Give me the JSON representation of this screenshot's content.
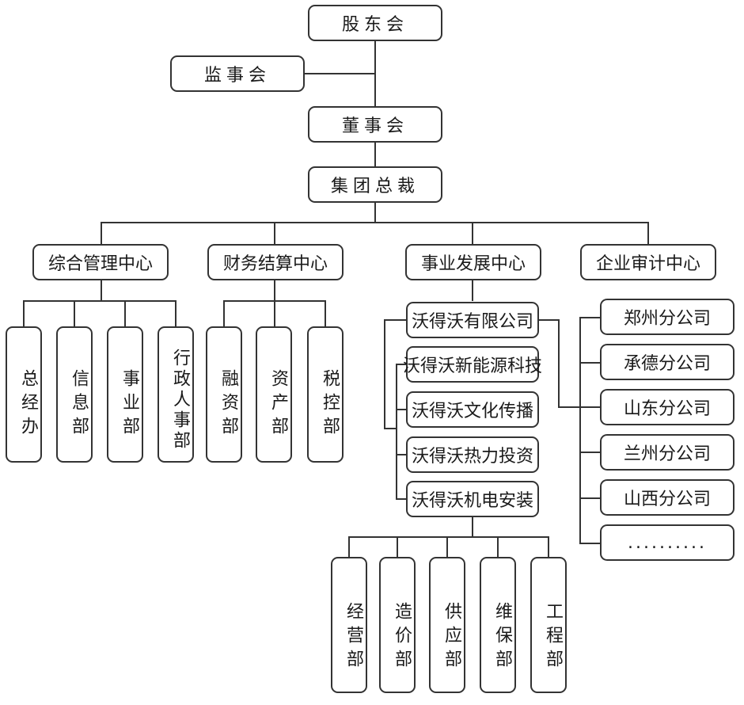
{
  "top": {
    "shareholders": "股东会",
    "supervisors": "监事会",
    "board": "董事会",
    "president": "集团总裁"
  },
  "centers": [
    {
      "label": "综合管理中心",
      "departments": [
        "总经办",
        "信息部",
        "事业部",
        "行政人事部"
      ]
    },
    {
      "label": "财务结算中心",
      "departments": [
        "融资部",
        "资产部",
        "税控部"
      ]
    },
    {
      "label": "事业发展中心",
      "companies": [
        "沃得沃有限公司",
        "沃得沃新能源科技",
        "沃得沃文化传播",
        "沃得沃热力投资",
        "沃得沃机电安装"
      ]
    },
    {
      "label": "企业审计中心",
      "branches": [
        "郑州分公司",
        "承德分公司",
        "山东分公司",
        "兰州分公司",
        "山西分公司",
        ".........."
      ]
    }
  ],
  "installation_departments": [
    "经营部",
    "造价部",
    "供应部",
    "维保部",
    "工程部"
  ]
}
